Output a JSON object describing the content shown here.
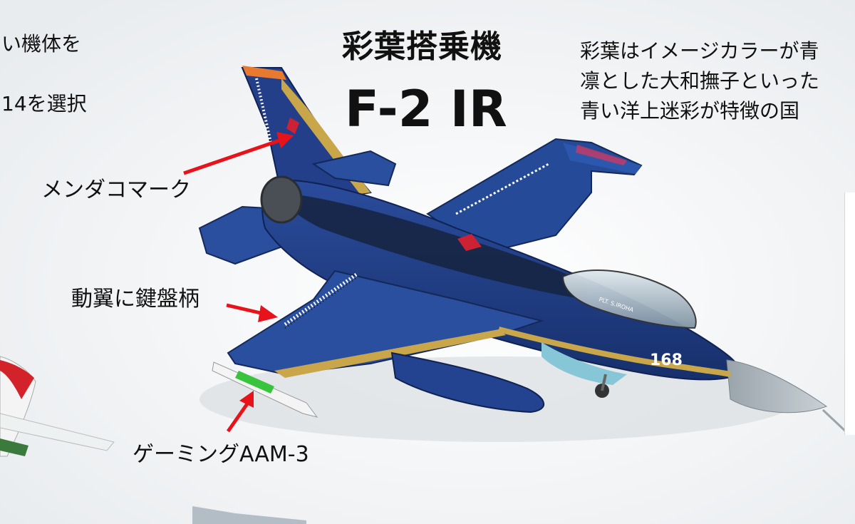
{
  "left_text": [
    "い機体を",
    "14を選択"
  ],
  "title": {
    "jp": "彩葉搭乗機",
    "en": "F-2 IR"
  },
  "description": [
    "彩葉はイメージカラーが青",
    "凛とした大和撫子といった",
    "青い洋上迷彩が特徴の国"
  ],
  "callouts": {
    "emblem": "メンダコマーク",
    "flap": "動翼に鍵盤柄",
    "missile": "ゲーミングAAM-3"
  },
  "aircraft_markings": {
    "number": "168",
    "canopy_text": "PLT. S.IROHA"
  },
  "colors": {
    "arrow": "#e8131a",
    "aircraft_blue": "#1f3f8a",
    "gold_trim": "#c9a64a",
    "missile_green": "#39c43d",
    "background": "#f6f7f8"
  }
}
